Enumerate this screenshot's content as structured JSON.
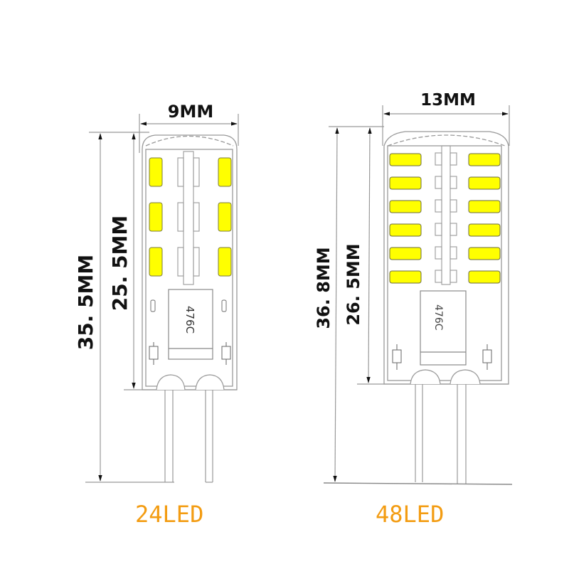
{
  "diagram": {
    "type": "dimension-drawing",
    "colors": {
      "line": "#888888",
      "dim_line": "#9a9a9a",
      "arrow": "#111111",
      "led_chip": "#ffff00",
      "led_chip_edge": "#6a6a40",
      "label": "#f39c12"
    },
    "bulbs": [
      {
        "id": "g4-24led",
        "label": "24LED",
        "width_dim": "9MM",
        "total_height_dim": "35. 5MM",
        "body_height_dim": "25. 5MM",
        "chip_text": "476C",
        "led_rows": 3,
        "led_cols_per_side": 1,
        "led_orientation": "vertical"
      },
      {
        "id": "g4-48led",
        "label": "48LED",
        "width_dim": "13MM",
        "total_height_dim": "36. 8MM",
        "body_height_dim": "26. 5MM",
        "chip_text": "476C",
        "led_rows": 6,
        "led_cols_per_side": 1,
        "led_orientation": "horizontal"
      }
    ]
  }
}
